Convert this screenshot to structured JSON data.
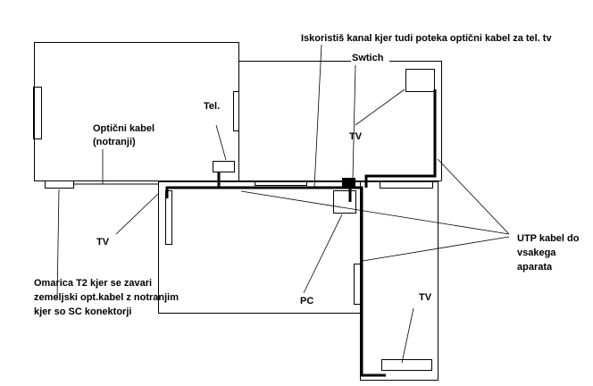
{
  "labels": {
    "top_note": "Iskoristiš kanal kjer tudi poteka  optični kabel za tel. tv",
    "switch": "Swtich",
    "tel": "Tel.",
    "optical_line1": "Optični kabel",
    "optical_line2": "(notranji)",
    "tv_upper": "TV",
    "tv_left": "TV",
    "tv_bottom": "TV",
    "pc": "PC",
    "omarica_line1": "Omarica T2 kjer se zavari",
    "omarica_line2": "zemeljski opt.kabel z notranjim",
    "omarica_line3": "kjer so SC konektorji",
    "utp_line1": "UTP kabel do",
    "utp_line2": "vsakega",
    "utp_line3": "aparata"
  }
}
